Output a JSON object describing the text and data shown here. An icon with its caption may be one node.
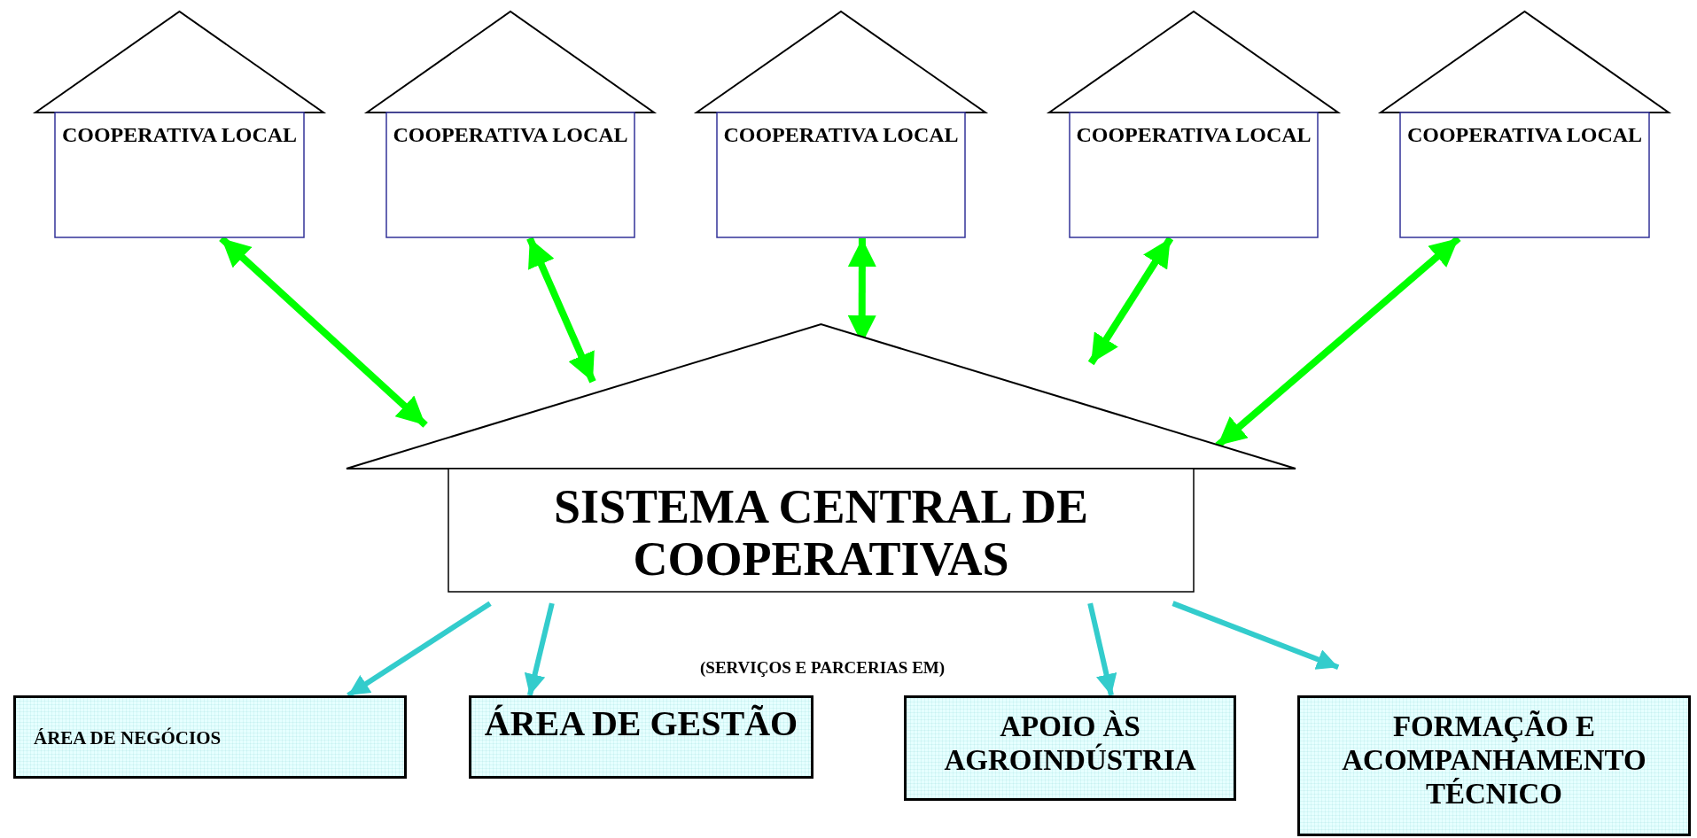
{
  "diagram": {
    "nodes": [
      {
        "text": [
          "COOPERATIVA LOCAL"
        ]
      },
      {
        "text": [
          "COOPERATIVA LOCAL"
        ]
      },
      {
        "text": [
          "COOPERATIVA LOCAL"
        ]
      },
      {
        "text": [
          "COOPERATIVA LOCAL"
        ]
      },
      {
        "text": [
          "COOPERATIVA LOCAL"
        ]
      },
      {
        "text": [
          "SISTEMA CENTRAL DE COOPERATIVAS"
        ]
      },
      {
        "text": [
          "ÁREA DE NEGÓCIOS"
        ]
      },
      {
        "text": [
          "ÁREA DE GESTÃO"
        ]
      },
      {
        "text": [
          "APOIO ÀS AGROINDÚSTRIA"
        ]
      },
      {
        "text": [
          "FORMAÇÃO E ACOMPANHAMENTO TÉCNICO"
        ]
      }
    ],
    "edges": [
      {
        "from": 0,
        "to": 5,
        "arrow": "both"
      },
      {
        "from": 1,
        "to": 5,
        "arrow": "both"
      },
      {
        "from": 2,
        "to": 5,
        "arrow": "both"
      },
      {
        "from": 3,
        "to": 5,
        "arrow": "both"
      },
      {
        "from": 4,
        "to": 5,
        "arrow": "both"
      },
      {
        "from": 5,
        "to": 6,
        "arrow": "to",
        "color": "#33cccc"
      },
      {
        "from": 5,
        "to": 7,
        "arrow": "to",
        "color": "#33cccc"
      },
      {
        "from": 5,
        "to": 8,
        "arrow": "to",
        "color": "#33cccc"
      },
      {
        "from": 5,
        "to": 9,
        "arrow": "to",
        "color": "#33cccc"
      }
    ],
    "labels": [
      "(SERVIÇOS E PARCERIAS EM)"
    ]
  }
}
